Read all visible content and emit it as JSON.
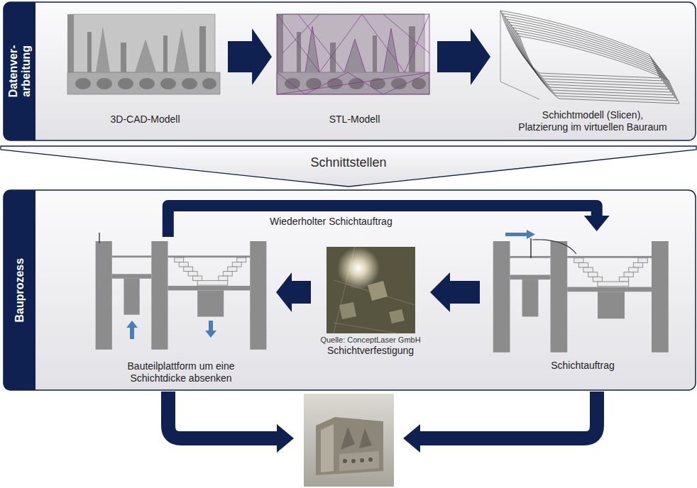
{
  "diagram": {
    "nodes": [
      {
        "text": [
          "Datenver- arbeitung"
        ]
      },
      {
        "text": [
          "3D-CAD-Modell"
        ],
        "in": 0
      },
      {
        "text": [
          "STL-Modell"
        ],
        "in": 0
      },
      {
        "text": [
          "Schichtmodell (Slicen), Platzierung im virtuellen Bauraum"
        ],
        "in": 0
      },
      {
        "text": [
          "Schnittstellen"
        ]
      },
      {
        "text": [
          "Bauprozess"
        ]
      },
      {
        "text": [
          "Bauteilplattform um eine Schichtdicke absenken"
        ],
        "in": 5
      },
      {
        "text": [
          "Quelle: ConceptLaser GmbH",
          "Schichtverfestigung"
        ],
        "in": 5
      },
      {
        "text": [
          "Schichtauftrag"
        ],
        "in": 5
      }
    ],
    "edges": [
      {
        "from": 1,
        "to": 2,
        "arrow": "to"
      },
      {
        "from": 2,
        "to": 3,
        "arrow": "to"
      },
      {
        "from": 8,
        "to": 7,
        "arrow": "to"
      },
      {
        "from": 7,
        "to": 6,
        "arrow": "to"
      },
      {
        "from": 6,
        "to": 8,
        "label": "Wiederholter Schichtauftrag",
        "arrow": "to"
      }
    ]
  }
}
